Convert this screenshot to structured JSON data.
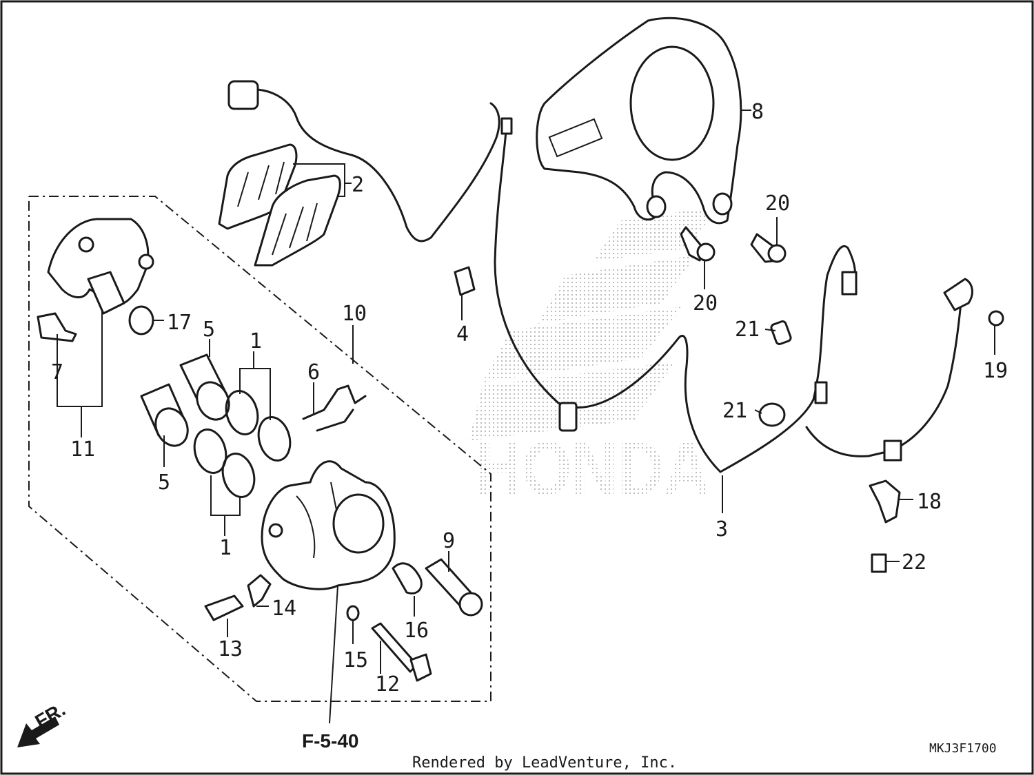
{
  "callouts": [
    {
      "id": "c1a",
      "label": "1"
    },
    {
      "id": "c1b",
      "label": "1"
    },
    {
      "id": "c2",
      "label": "2"
    },
    {
      "id": "c3",
      "label": "3"
    },
    {
      "id": "c4",
      "label": "4"
    },
    {
      "id": "c5a",
      "label": "5"
    },
    {
      "id": "c5b",
      "label": "5"
    },
    {
      "id": "c6",
      "label": "6"
    },
    {
      "id": "c7",
      "label": "7"
    },
    {
      "id": "c8",
      "label": "8"
    },
    {
      "id": "c9",
      "label": "9"
    },
    {
      "id": "c10",
      "label": "10"
    },
    {
      "id": "c11",
      "label": "11"
    },
    {
      "id": "c12",
      "label": "12"
    },
    {
      "id": "c13",
      "label": "13"
    },
    {
      "id": "c14",
      "label": "14"
    },
    {
      "id": "c15",
      "label": "15"
    },
    {
      "id": "c16",
      "label": "16"
    },
    {
      "id": "c17",
      "label": "17"
    },
    {
      "id": "c18",
      "label": "18"
    },
    {
      "id": "c19",
      "label": "19"
    },
    {
      "id": "c20a",
      "label": "20"
    },
    {
      "id": "c20b",
      "label": "20"
    },
    {
      "id": "c21a",
      "label": "21"
    },
    {
      "id": "c21b",
      "label": "21"
    },
    {
      "id": "c22",
      "label": "22"
    }
  ],
  "section_ref": "F-5-40",
  "front_marker": "FR.",
  "diagram_code": "MKJ3F1700",
  "watermark": "HONDA",
  "footer_text": "Rendered by LeadVenture, Inc."
}
